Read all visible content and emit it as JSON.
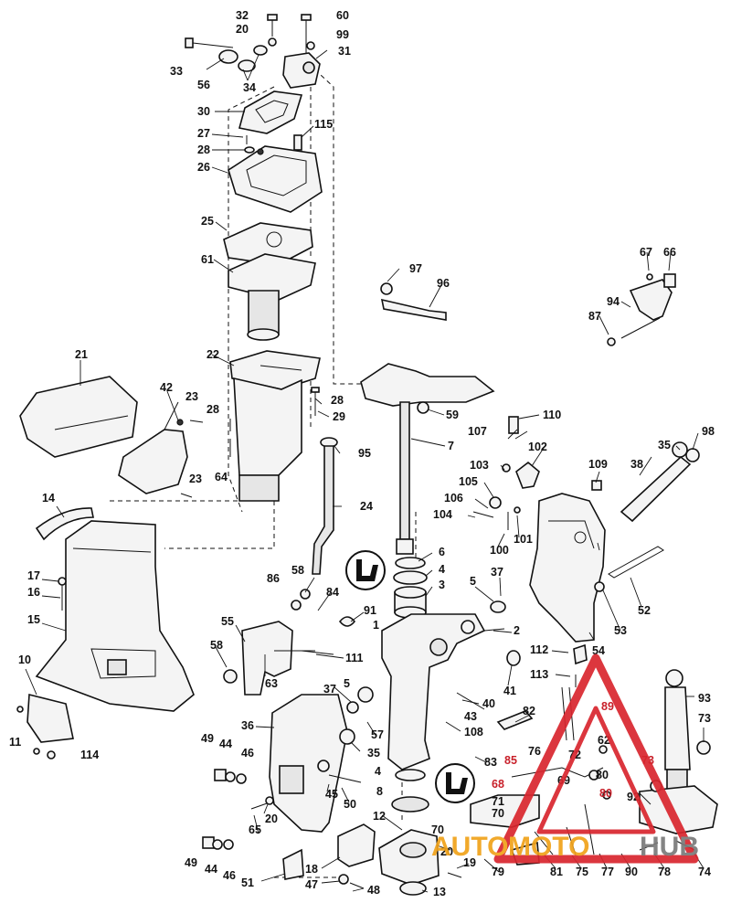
{
  "callouts": {
    "n1": "1",
    "n2": "2",
    "n3": "3",
    "n4a": "4",
    "n4b": "4",
    "n5a": "5",
    "n5b": "5",
    "n6": "6",
    "n7": "7",
    "n8": "8",
    "n10": "10",
    "n11": "11",
    "n12": "12",
    "n13": "13",
    "n14": "14",
    "n15": "15",
    "n16": "16",
    "n17": "17",
    "n18": "18",
    "n19": "19",
    "n20a": "20",
    "n20b": "20",
    "n20c": "20",
    "n21": "21",
    "n22": "22",
    "n23a": "23",
    "n23b": "23",
    "n24": "24",
    "n25": "25",
    "n26": "26",
    "n27": "27",
    "n28a": "28",
    "n28b": "28",
    "n28c": "28",
    "n29": "29",
    "n30": "30",
    "n31": "31",
    "n32": "32",
    "n33": "33",
    "n34": "34",
    "n35a": "35",
    "n35b": "35",
    "n36": "36",
    "n37a": "37",
    "n37b": "37",
    "n38": "38",
    "n40": "40",
    "n41": "41",
    "n42": "42",
    "n43": "43",
    "n44a": "44",
    "n44b": "44",
    "n45": "45",
    "n46a": "46",
    "n46b": "46",
    "n47": "47",
    "n48": "48",
    "n49a": "49",
    "n49b": "49",
    "n50": "50",
    "n51": "51",
    "n52": "52",
    "n53": "53",
    "n54": "54",
    "n55": "55",
    "n56": "56",
    "n57": "57",
    "n58a": "58",
    "n58b": "58",
    "n59": "59",
    "n60": "60",
    "n61": "61",
    "n62": "62",
    "n63": "63",
    "n64": "64",
    "n65": "65",
    "n66": "66",
    "n67": "67",
    "n68": "68",
    "n69": "69",
    "n70a": "70",
    "n70b": "70",
    "n71": "71",
    "n72": "72",
    "n73a": "73",
    "n73b": "73",
    "n74": "74",
    "n75": "75",
    "n76": "76",
    "n77": "77",
    "n78": "78",
    "n79": "79",
    "n80a": "80",
    "n80b": "80",
    "n81": "81",
    "n82": "82",
    "n83": "83",
    "n84": "84",
    "n85": "85",
    "n86": "86",
    "n87": "87",
    "n89": "89",
    "n90": "90",
    "n91": "91",
    "n92": "92",
    "n93": "93",
    "n94": "94",
    "n95": "95",
    "n96": "96",
    "n97": "97",
    "n98": "98",
    "n99": "99",
    "n100": "100",
    "n101": "101",
    "n102": "102",
    "n103": "103",
    "n104": "104",
    "n105": "105",
    "n106": "106",
    "n107": "107",
    "n108": "108",
    "n109": "109",
    "n110": "110",
    "n111": "111",
    "n112": "112",
    "n113": "113",
    "n114": "114",
    "n115": "115"
  },
  "watermark": {
    "part1": "AUTO",
    "part2": "MOTO",
    "part3": "HUB",
    "color_red": "#d9262e",
    "color_orange": "#f0a21a",
    "color_gray": "#7a7a7a"
  },
  "accent_red": "#c8202a"
}
